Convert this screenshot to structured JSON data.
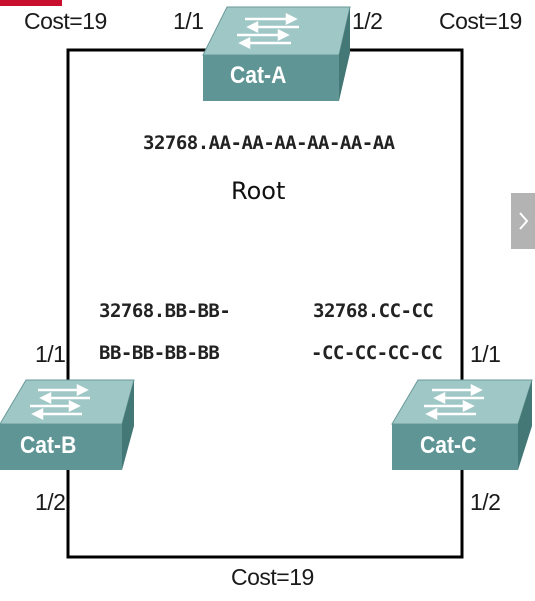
{
  "switches": {
    "cat_a": {
      "name": "Cat-A",
      "bridge_id": "32768.AA-AA-AA-AA-AA-AA",
      "role": "Root"
    },
    "cat_b": {
      "name": "Cat-B",
      "bridge_id_line1": "32768.BB-BB-",
      "bridge_id_line2": "BB-BB-BB-BB"
    },
    "cat_c": {
      "name": "Cat-C",
      "bridge_id_line1": "32768.CC-CC",
      "bridge_id_line2": "-CC-CC-CC-CC"
    }
  },
  "ports": {
    "a_1": "1/1",
    "a_2": "1/2",
    "b_1": "1/1",
    "b_2": "1/2",
    "c_1": "1/1",
    "c_2": "1/2"
  },
  "costs": {
    "a_b": "Cost=19",
    "a_c": "Cost=19",
    "b_c": "Cost=19"
  },
  "colors": {
    "switch_top": "#9fc7c6",
    "switch_front": "#5f9695",
    "link": "#000000",
    "accent_bar": "#c8102e"
  }
}
